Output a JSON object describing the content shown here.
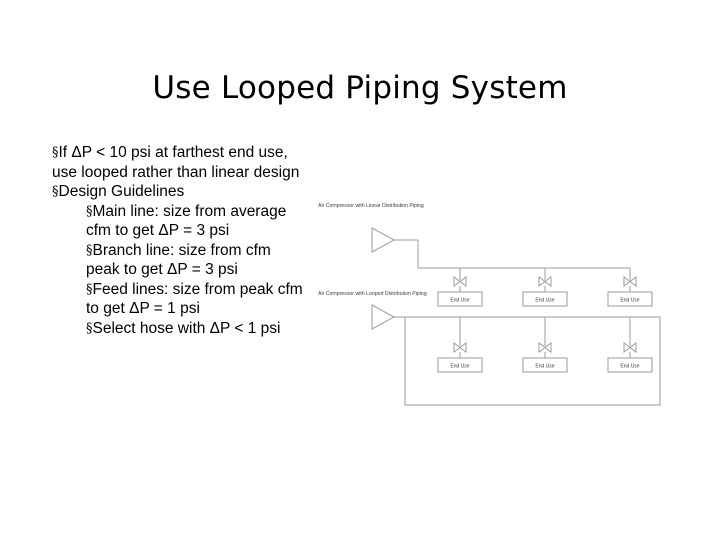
{
  "slide": {
    "title": "Use Looped Piping System",
    "bullets": [
      {
        "level": 1,
        "marker": "§",
        "text": "If ΔP < 10 psi at farthest end use, use looped rather than linear design"
      },
      {
        "level": 1,
        "marker": "§",
        "text": "Design Guidelines"
      },
      {
        "level": 2,
        "marker": "§",
        "text": "Main line: size from average cfm to get ΔP = 3 psi"
      },
      {
        "level": 2,
        "marker": "§",
        "text": "Branch line: size from cfm peak to get ΔP = 3 psi"
      },
      {
        "level": 2,
        "marker": "§",
        "text": "Feed lines: size from peak cfm to get ΔP = 1 psi"
      },
      {
        "level": 2,
        "marker": "§",
        "text": "Select hose with ΔP < 1 psi"
      }
    ]
  },
  "diagram": {
    "caption_linear": "Air Compressor with Linear Distribution Piping",
    "caption_looped": "Air Compressor with Looped Distribution Piping",
    "end_use_label": "End Use",
    "line_color": "#9b9b9b",
    "text_color": "#3c3c3c",
    "end_uses_linear": [
      "End Use",
      "End Use",
      "End Use"
    ],
    "end_uses_looped": [
      "End Use",
      "End Use",
      "End Use"
    ]
  }
}
